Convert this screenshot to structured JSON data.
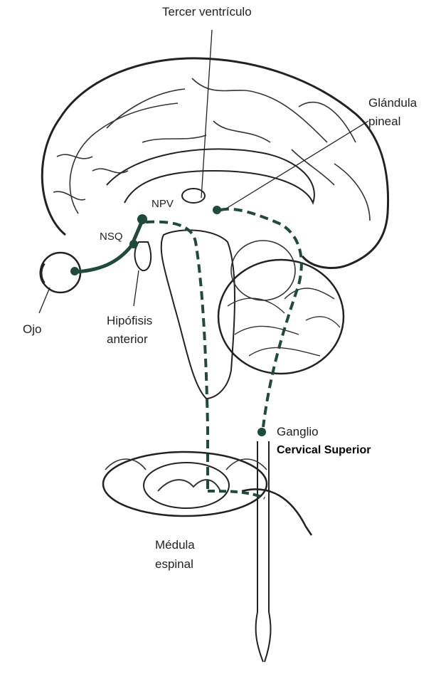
{
  "labels": {
    "tercer_ventriculo": "Tercer ventrículo",
    "glandula_1": "Glándula",
    "glandula_2": "pineal",
    "npv": "NPV",
    "nsq": "NSQ",
    "ojo": "Ojo",
    "hipofisis_1": "Hipófisis",
    "hipofisis_2": "anterior",
    "ganglio_1": "Ganglio",
    "ganglio_2": "Cervical Superior",
    "medula_1": "Médula",
    "medula_2": "espinal"
  },
  "colors": {
    "ink": "#222222",
    "pathway": "#1f4a3c",
    "background": "#ffffff"
  }
}
